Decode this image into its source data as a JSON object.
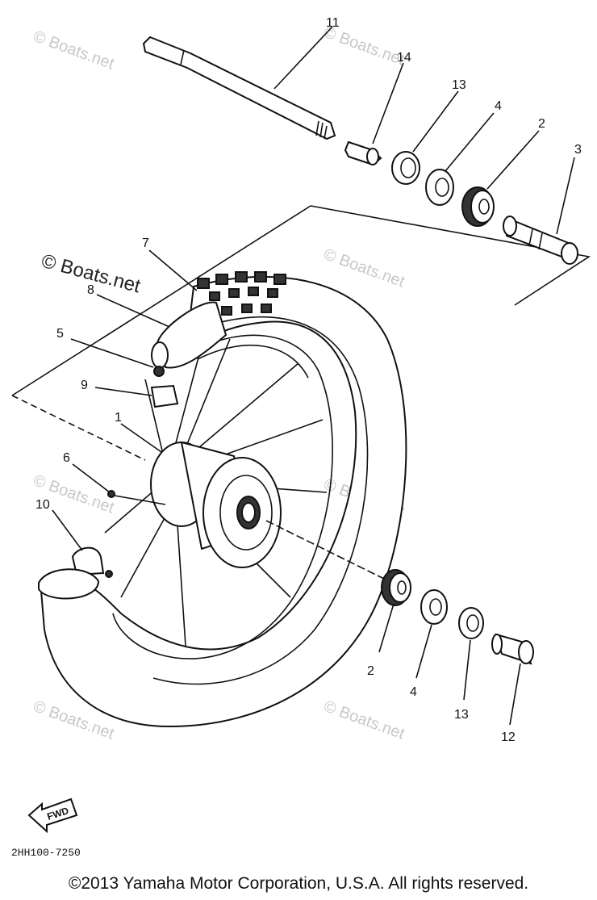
{
  "callouts": {
    "c11": "11",
    "c14": "14",
    "c13_top": "13",
    "c4_top": "4",
    "c2_top": "2",
    "c3": "3",
    "c7": "7",
    "c8": "8",
    "c5": "5",
    "c9": "9",
    "c1": "1",
    "c6": "6",
    "c10": "10",
    "c2_bot": "2",
    "c4_bot": "4",
    "c13_bot": "13",
    "c12": "12"
  },
  "watermarks": {
    "primary": "© Boats.net",
    "faint": "© Boats.net"
  },
  "fwd_label": "FWD",
  "drawing_code": "2HH100-7250",
  "copyright": "©2013 Yamaha Motor Corporation, U.S.A. All rights reserved.",
  "colors": {
    "ink": "#111111",
    "watermark": "#c8c8c8",
    "background": "#ffffff"
  }
}
